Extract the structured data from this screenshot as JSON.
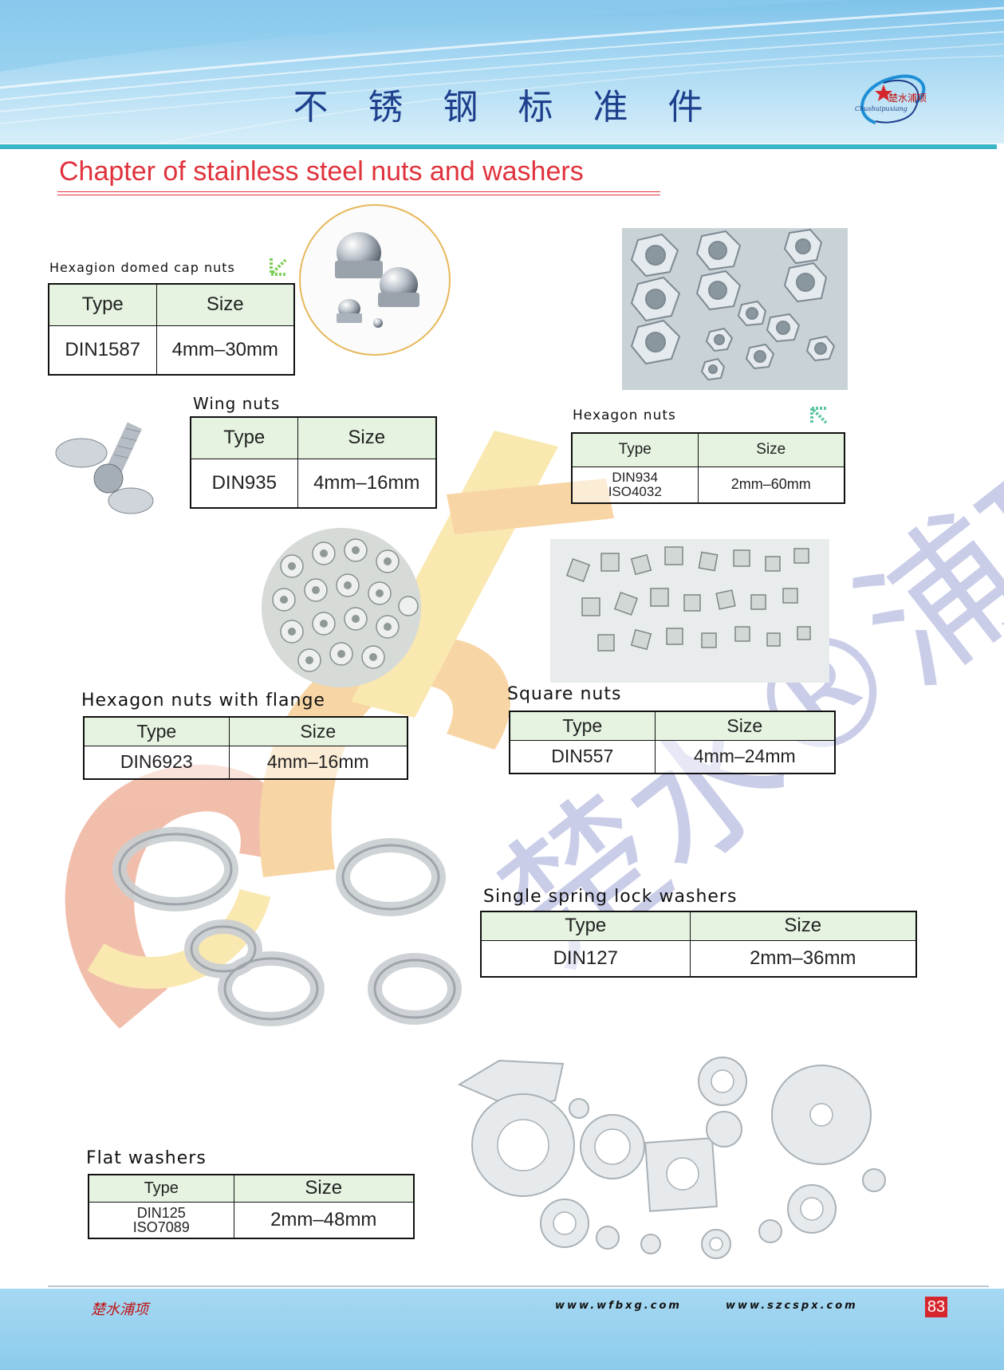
{
  "header": {
    "title": "不锈钢标准件",
    "brand_cn": "楚水浦项",
    "brand_en": "Chushuipuxiang"
  },
  "chapter_title": "Chapter of stainless steel nuts and washers",
  "sections": {
    "domed_cap": {
      "label": "Hexagion domed cap nuts",
      "type_header": "Type",
      "size_header": "Size",
      "type": "DIN1587",
      "size": "4mm–30mm"
    },
    "wing": {
      "label": "Wing nuts",
      "type_header": "Type",
      "size_header": "Size",
      "type": "DIN935",
      "size": "4mm–16mm"
    },
    "hexagon": {
      "label": "Hexagon nuts",
      "type_header": "Type",
      "size_header": "Size",
      "type_line1": "DIN934",
      "type_line2": "ISO4032",
      "size": "2mm–60mm"
    },
    "flange": {
      "label": "Hexagon nuts with flange",
      "type_header": "Type",
      "size_header": "Size",
      "type": "DIN6923",
      "size": "4mm–16mm"
    },
    "square": {
      "label": "Square nuts",
      "type_header": "Type",
      "size_header": "Size",
      "type": "DIN557",
      "size": "4mm–24mm"
    },
    "spring": {
      "label": "Single spring lock washers",
      "type_header": "Type",
      "size_header": "Size",
      "type": "DIN127",
      "size": "2mm–36mm"
    },
    "flat": {
      "label": "Flat washers",
      "type_header": "Type",
      "size_header": "Size",
      "type_line1": "DIN125",
      "type_line2": "ISO7089",
      "size": "2mm–48mm"
    }
  },
  "watermark": {
    "text": "楚水®浦项",
    "logo_colors": [
      "#f2b35a",
      "#e88a6a",
      "#d94a4a",
      "#f5d76e"
    ],
    "text_color": "#9fa6d6"
  },
  "footer": {
    "brand": "楚水浦项",
    "url1": "www.wfbxg.com",
    "url2": "www.szcspx.com",
    "page_number": "83"
  },
  "colors": {
    "accent_red": "#e0323c",
    "header_blue": "#1d3f8c",
    "teal_rule": "#3ab6c7",
    "table_header_bg": "#e5f3e0"
  }
}
